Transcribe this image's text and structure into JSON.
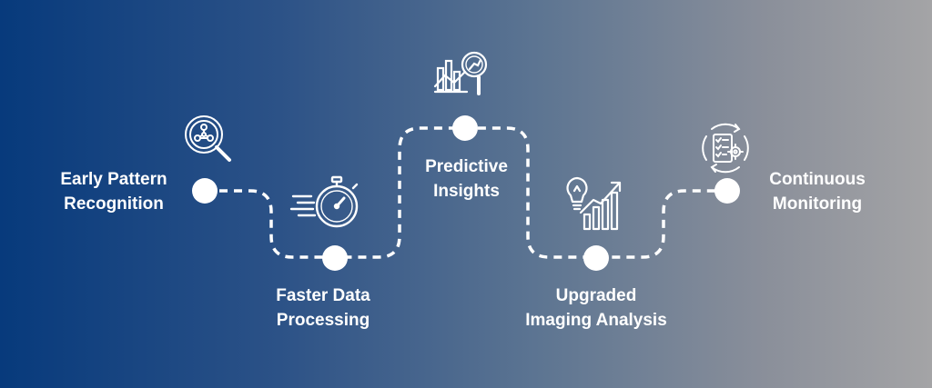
{
  "colors": {
    "gradient_start": "#073a7c",
    "gradient_end": "#a4a4a6",
    "foreground": "#ffffff"
  },
  "steps": [
    {
      "id": "early-pattern-recognition",
      "icon": "network-search-icon",
      "lines": [
        "Early Pattern",
        "Recognition"
      ]
    },
    {
      "id": "faster-data-processing",
      "icon": "stopwatch-icon",
      "lines": [
        "Faster Data",
        "Processing"
      ]
    },
    {
      "id": "predictive-insights",
      "icon": "chart-magnifier-icon",
      "lines": [
        "Predictive",
        "Insights"
      ]
    },
    {
      "id": "upgraded-imaging-analysis",
      "icon": "lightbulb-growth-icon",
      "lines": [
        "Upgraded",
        "Imaging Analysis"
      ]
    },
    {
      "id": "continuous-monitoring",
      "icon": "cycle-checklist-icon",
      "lines": [
        "Continuous",
        "Monitoring"
      ]
    }
  ]
}
